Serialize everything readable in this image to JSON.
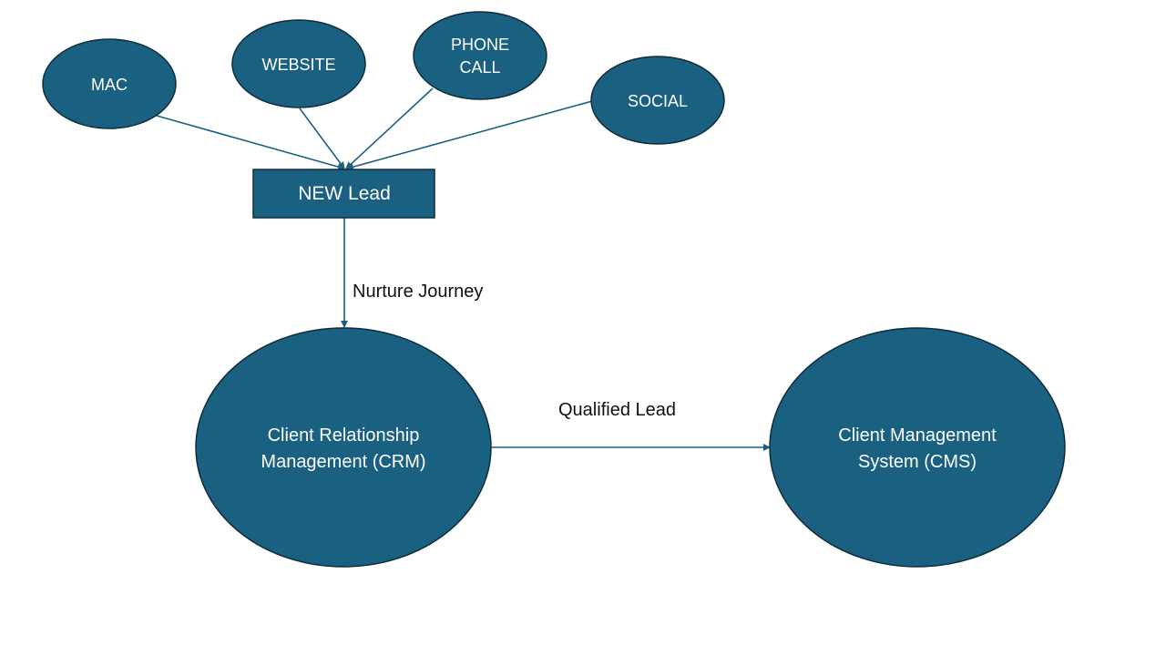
{
  "diagram": {
    "colors": {
      "node": "#1a6080",
      "outline": "#0f2c3c",
      "connector": "#1a6080",
      "text_on_node": "#ffffff",
      "edge_text": "#111111"
    },
    "sources": [
      {
        "id": "mac",
        "lines": [
          "MAC"
        ]
      },
      {
        "id": "website",
        "lines": [
          "WEBSITE"
        ]
      },
      {
        "id": "phone-call",
        "lines": [
          "PHONE",
          "CALL"
        ]
      },
      {
        "id": "social",
        "lines": [
          "SOCIAL"
        ]
      }
    ],
    "new_lead": {
      "label": "NEW Lead"
    },
    "crm": {
      "lines": [
        "Client Relationship",
        "Management (CRM)"
      ]
    },
    "cms": {
      "lines": [
        "Client Management",
        "System (CMS)"
      ]
    },
    "edges": {
      "nurture": "Nurture Journey",
      "qualified": "Qualified Lead"
    }
  }
}
